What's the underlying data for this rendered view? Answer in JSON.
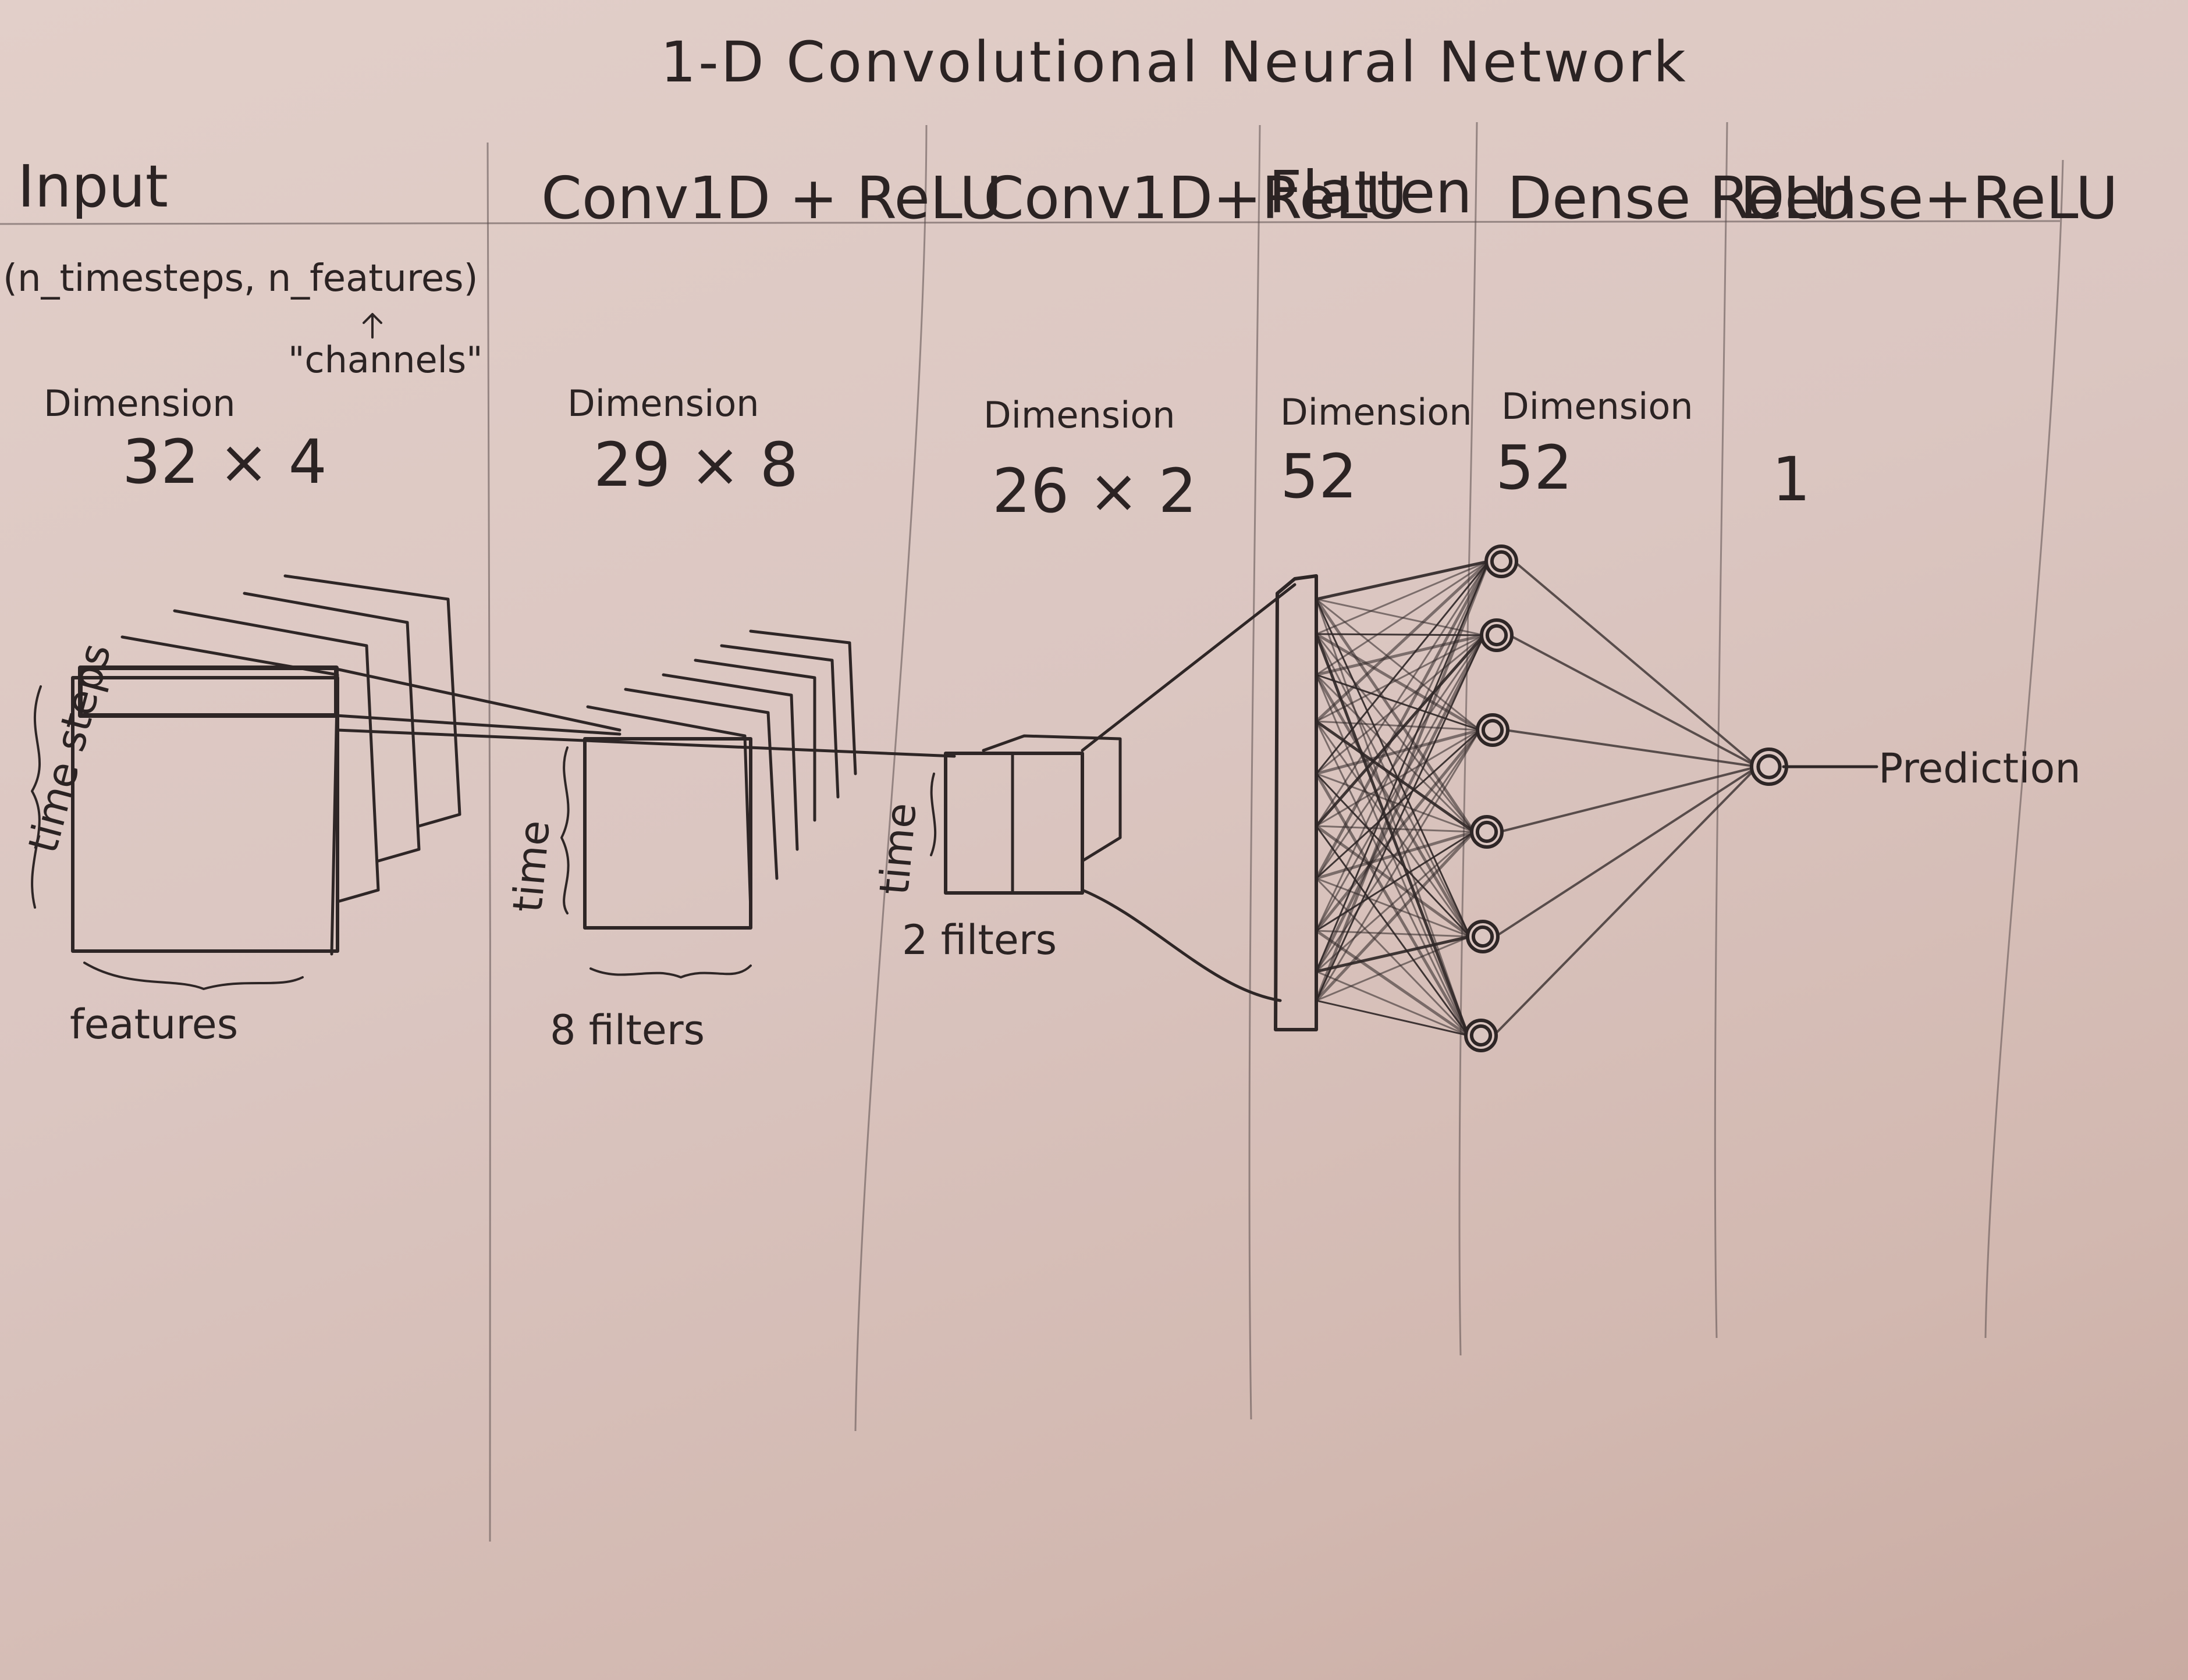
{
  "title": "1-D Convolutional Neural Network",
  "columns": [
    {
      "heading": "Input",
      "sub": "(n_timesteps, n_features)",
      "note": "\"channels\"",
      "dim_label": "Dimension",
      "dim_value": "32 × 4"
    },
    {
      "heading": "Conv1D + ReLU",
      "dim_label": "Dimension",
      "dim_value": "29 × 8"
    },
    {
      "heading": "Conv1D+ReLU",
      "dim_label": "Dimension",
      "dim_value": "26 × 2"
    },
    {
      "heading": "Flatten",
      "dim_label": "Dimension",
      "dim_value": "52"
    },
    {
      "heading": "Dense ReLU",
      "dim_label": "Dimension",
      "dim_value": "52"
    },
    {
      "heading": "Dense+ReLU",
      "dim_value": "1"
    }
  ],
  "labels": {
    "time_steps": "time steps",
    "features": "features",
    "time1": "time",
    "filters1": "8 filters",
    "time2": "time",
    "filters2": "2 filters",
    "prediction": "Prediction"
  },
  "stroke_color": "#2e2626",
  "paper_color": "#dbc6c1"
}
